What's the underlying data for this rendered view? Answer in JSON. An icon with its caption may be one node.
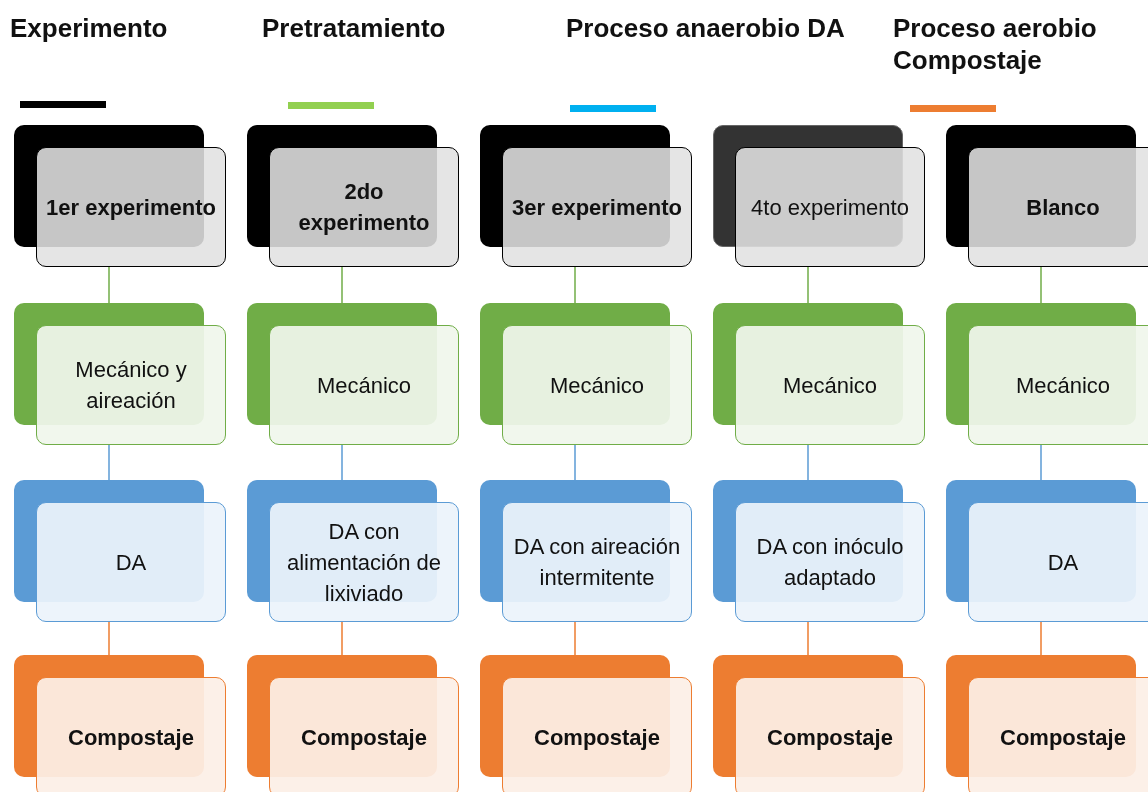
{
  "diagram": {
    "nodes": [
      {
        "text": [
          "1er experimento"
        ]
      },
      {
        "text": [
          "2do experimento"
        ]
      },
      {
        "text": [
          "3er experimento"
        ]
      },
      {
        "text": [
          "4to experimento"
        ]
      },
      {
        "text": [
          "Blanco"
        ]
      },
      {
        "text": [
          "Mecánico y aireación"
        ]
      },
      {
        "text": [
          "Mecánico"
        ]
      },
      {
        "text": [
          "Mecánico"
        ]
      },
      {
        "text": [
          "Mecánico"
        ]
      },
      {
        "text": [
          "Mecánico"
        ]
      },
      {
        "text": [
          "DA"
        ]
      },
      {
        "text": [
          "DA con alimentación de lixiviado"
        ]
      },
      {
        "text": [
          "DA con aireación intermitente"
        ]
      },
      {
        "text": [
          "DA con inóculo adaptado"
        ]
      },
      {
        "text": [
          "DA"
        ]
      },
      {
        "text": [
          "Compostaje"
        ]
      },
      {
        "text": [
          "Compostaje"
        ]
      },
      {
        "text": [
          "Compostaje"
        ]
      },
      {
        "text": [
          "Compostaje"
        ]
      },
      {
        "text": [
          "Compostaje"
        ]
      }
    ],
    "edges": [
      {
        "from": 0,
        "to": 5,
        "arrow": "none",
        "color": "#70ad47"
      },
      {
        "from": 1,
        "to": 6,
        "arrow": "none",
        "color": "#70ad47"
      },
      {
        "from": 2,
        "to": 7,
        "arrow": "none",
        "color": "#70ad47"
      },
      {
        "from": 3,
        "to": 8,
        "arrow": "none",
        "color": "#70ad47"
      },
      {
        "from": 4,
        "to": 9,
        "arrow": "none",
        "color": "#70ad47"
      },
      {
        "from": 5,
        "to": 10,
        "arrow": "none",
        "color": "#5b9bd5"
      },
      {
        "from": 6,
        "to": 11,
        "arrow": "none",
        "color": "#5b9bd5"
      },
      {
        "from": 7,
        "to": 12,
        "arrow": "none",
        "color": "#5b9bd5"
      },
      {
        "from": 8,
        "to": 13,
        "arrow": "none",
        "color": "#5b9bd5"
      },
      {
        "from": 9,
        "to": 14,
        "arrow": "none",
        "color": "#5b9bd5"
      },
      {
        "from": 10,
        "to": 15,
        "arrow": "none",
        "color": "#ed7d31"
      },
      {
        "from": 11,
        "to": 16,
        "arrow": "none",
        "color": "#ed7d31"
      },
      {
        "from": 12,
        "to": 17,
        "arrow": "none",
        "color": "#ed7d31"
      },
      {
        "from": 13,
        "to": 18,
        "arrow": "none",
        "color": "#ed7d31"
      },
      {
        "from": 14,
        "to": 19,
        "arrow": "none",
        "color": "#ed7d31"
      }
    ],
    "legend": [
      {
        "text": "Experimento",
        "color": "#000000"
      },
      {
        "text": "Pretratamiento",
        "color": "#92d050"
      },
      {
        "text": "Proceso anaerobio DA",
        "color": "#00b0f0"
      },
      {
        "text": "Proceso aerobio Compostaje",
        "color": "#ed7d31"
      }
    ]
  }
}
